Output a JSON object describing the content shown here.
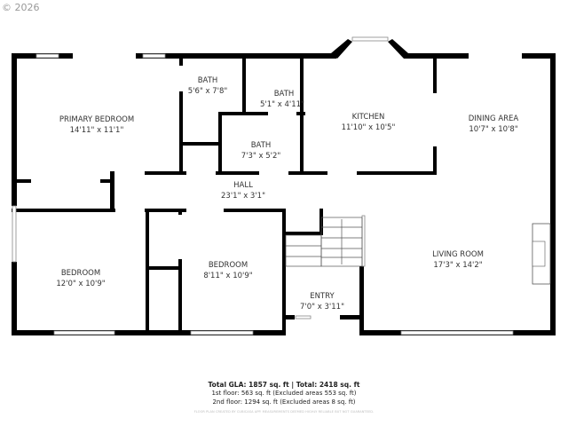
{
  "copyright": "© 2026",
  "rooms": {
    "primary_bedroom": {
      "name": "PRIMARY BEDROOM",
      "size": "14'11\" x 11'1\""
    },
    "bath1": {
      "name": "BATH",
      "size": "5'6\" x 7'8\""
    },
    "bath2": {
      "name": "BATH",
      "size": "5'1\" x 4'11\""
    },
    "bath3": {
      "name": "BATH",
      "size": "7'3\" x 5'2\""
    },
    "kitchen": {
      "name": "KITCHEN",
      "size": "11'10\" x 10'5\""
    },
    "dining": {
      "name": "DINING AREA",
      "size": "10'7\" x 10'8\""
    },
    "hall": {
      "name": "HALL",
      "size": "23'1\" x 3'1\""
    },
    "bedroom1": {
      "name": "BEDROOM",
      "size": "12'0\" x 10'9\""
    },
    "bedroom2": {
      "name": "BEDROOM",
      "size": "8'11\" x 10'9\""
    },
    "entry": {
      "name": "ENTRY",
      "size": "7'0\" x 3'11\""
    },
    "living": {
      "name": "LIVING ROOM",
      "size": "17'3\" x 14'2\""
    }
  },
  "summary": {
    "total": "Total GLA: 1857 sq. ft | Total: 2418 sq. ft",
    "first_floor": "1st floor: 563 sq. ft (Excluded areas 553 sq. ft)",
    "second_floor": "2nd floor: 1294 sq. ft (Excluded areas 8 sq. ft)",
    "disclaimer": "FLOOR PLAN CREATED BY CUBICASA APP. MEASUREMENTS DEEMED HIGHLY RELIABLE BUT NOT GUARANTEED."
  }
}
